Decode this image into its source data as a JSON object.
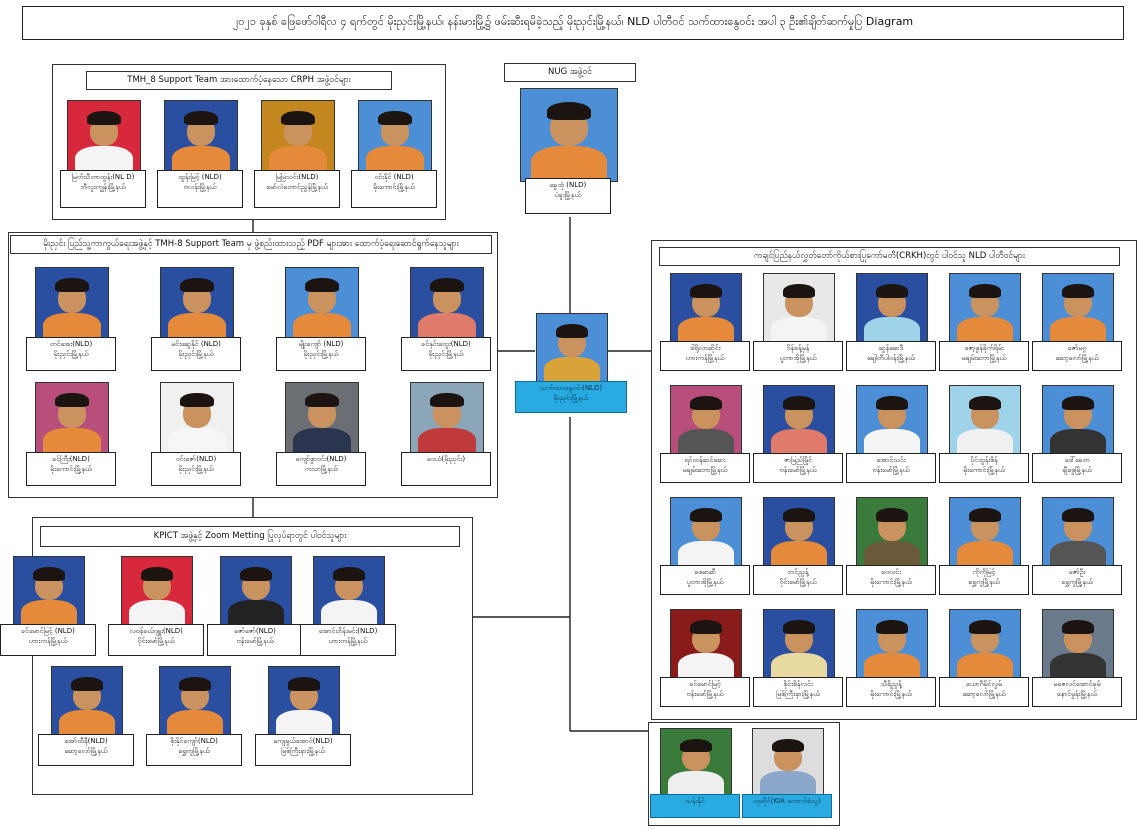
{
  "title": "၂၀၂၁ ခုနှစ် ဖြေဖော်ဝါရီလ ၄ ရက်တွင် မိုးညှင်းမြို့နယ်၊ နန်းမားမြို့၌ ဖမ်းဆီးရမိခဲ့သည့် မိုးညှင်းမြို့နယ်၊ NLD ပါတီဝင် သက်ထားနွေဝင်း အပါ ၃ ဦး၏ချိတ်ဆက်မှုပြ Diagram",
  "groups": {
    "tmh_support": {
      "header": "TMH_8 Support Team အားထောက်ပံ့နေသော CRPH အဖွဲ့ဝင်များ",
      "members": [
        {
          "name": "မြတ်သီတာထွန်း(NL D)",
          "area": "ဘီလူးကျွန်းမြို့နယ်",
          "photo_bg": "#d8283c",
          "outfit": "#f4f4f4"
        },
        {
          "name": "ထွန်းမြင့် (NLD)",
          "area": "ဗလန်းမြို့နယ်",
          "photo_bg": "#2a4fa0",
          "outfit": "#e58a3a"
        },
        {
          "name": "မြမြသင်း(NLD)",
          "area": "မော်လဲတောင်ညွန်မြို့နယ်",
          "photo_bg": "#c4861e",
          "outfit": "#e58a3a"
        },
        {
          "name": "ဝင်းနိုင် (NLD)",
          "area": "မိုးကောင်းမြို့နယ်",
          "photo_bg": "#4d8fd6",
          "outfit": "#e58a3a"
        }
      ]
    },
    "nug": {
      "header": "NUG အဖွဲ့ဝင်",
      "member": {
        "name": "ခွေထုံ (NLD)",
        "area": "ပဲခူးမြို့နယ်",
        "photo_bg": "#4d8fd6",
        "outfit": "#e58a3a"
      }
    },
    "pdf_team": {
      "header": "မိုးညှင်း ပြည်သူ့ကာကွယ်ရေးအဖွဲ့နှင့် TMH-8 Support Team မှ ဖွဲ့စည်းထားသည့် PDF များအား ထောက်ပံ့ရေးဆောင်ရွက်နေသူများ",
      "members": [
        {
          "name": "တင်အေး(NLD)",
          "area": "မိုးညှင်းမြို့နယ်",
          "photo_bg": "#2a4fa0",
          "outfit": "#e58a3a"
        },
        {
          "name": "မင်းဆွေနိုင် (NLD)",
          "area": "မိုးညှင်းမြို့နယ်",
          "photo_bg": "#2a4fa0",
          "outfit": "#e58a3a"
        },
        {
          "name": "မျိုးကျော် (NLD)",
          "area": "မိုးညှင်းမြို့နယ်",
          "photo_bg": "#4d8fd6",
          "outfit": "#e58a3a"
        },
        {
          "name": "ခင်နှင်းထွေး(NLD)",
          "area": "မိုးညှင်းမြို့နယ်",
          "photo_bg": "#2a4fa0",
          "outfit": "#e07a6a"
        },
        {
          "name": "ခင်ကြီး(NLD)",
          "area": "မိုးကောင်းမြို့နယ်",
          "photo_bg": "#b84f7a",
          "outfit": "#e58a3a"
        },
        {
          "name": "ဝင်းဇော်(NLD)",
          "area": "မိုးညှင်းမြို့နယ်",
          "photo_bg": "#f0f0f0",
          "outfit": "#f6f6f6"
        },
        {
          "name": "ကျော်စွာဝင်း(NLD)",
          "area": "ကသာမြို့နယ်",
          "photo_bg": "#6b6f74",
          "outfit": "#2b3550"
        },
        {
          "name": "ဝေယံ(မိုးညှင်း)",
          "area": "",
          "photo_bg": "#8aa6b8",
          "outfit": "#c0393b"
        }
      ]
    },
    "center": {
      "member": {
        "name": "သက်ထားနွေဝင်း(NLD)",
        "area": "မိုးညှင်းမြို့နယ်",
        "photo_bg": "#4d8fd6",
        "outfit": "#d9a33a"
      }
    },
    "crkh": {
      "header": "ကချင်ပြည်နယ်လွှတ်တော်ကိုယ်စားပြုကော်မတီ(CRKH)တွင် ပါဝင်သူ NLD ပါတီဝင်များ",
      "members": [
        {
          "name": "ဒါရိုလာဆိုင်း",
          "area": "ဟားကန်မြို့နယ်",
          "photo_bg": "#2a4fa0",
          "outfit": "#e58a3a"
        },
        {
          "name": "ဝိန်ခန့်မှန်",
          "area": "ပူတာအိုမြို့နယ်",
          "photo_bg": "#e8e8e8",
          "outfit": "#f4f4f4"
        },
        {
          "name": "ဆွန်ဆေဒီ",
          "area": "ချေါတီပါဝန်းမြို့နယ်",
          "photo_bg": "#2a4fa0",
          "outfit": "#9fd3ea"
        },
        {
          "name": "ဇော့ဖွန်ခိုက်ရိမ်း",
          "area": "မချမ်းဘောမြို့နယ်",
          "photo_bg": "#4d8fd6",
          "outfit": "#e58a3a"
        },
        {
          "name": "ဇော်မဂ္ဂ",
          "area": "ဆော့လော်မြို့နယ်",
          "photo_bg": "#4d8fd6",
          "outfit": "#e58a3a"
        },
        {
          "name": "ရင်ထန်ဆင်ဆေး",
          "area": "မချမ်းဘောမြို့နယ်",
          "photo_bg": "#b84f7a",
          "outfit": "#555"
        },
        {
          "name": "ဇာမြည်မြိုင်",
          "area": "ဗန်းမော်မြို့နယ်",
          "photo_bg": "#2a4fa0",
          "outfit": "#e07a6a"
        },
        {
          "name": "အောင်သင်း",
          "area": "ဗန်းမော်မြို့နယ်",
          "photo_bg": "#4d8fd6",
          "outfit": "#f4f4f4"
        },
        {
          "name": "ပိုင်ထွန်းစိန်",
          "area": "မိုးကောင်းမြို့နယ်",
          "photo_bg": "#9fd3ea",
          "outfit": "#f0f0f0"
        },
        {
          "name": "ဒေါ်ခေတ",
          "area": "ချီဖွေမြို့နယ်",
          "photo_bg": "#4d8fd6",
          "outfit": "#333"
        },
        {
          "name": "ဖေမာဆီ",
          "area": "ပူတာအိုမြို့နယ်",
          "photo_bg": "#4d8fd6",
          "outfit": "#f4f4f4"
        },
        {
          "name": "ဘင်ညွန့်",
          "area": "ဝိုင်းမော်မြို့နယ်",
          "photo_bg": "#2a4fa0",
          "outfit": "#e58a3a"
        },
        {
          "name": "ဝေလင်း",
          "area": "မိုးကောင်းမြို့နယ်",
          "photo_bg": "#3a7a3a",
          "outfit": "#6b5a3a"
        },
        {
          "name": "ကိုကိုမြင့်",
          "area": "ရွှေကူမြို့နယ်",
          "photo_bg": "#4d8fd6",
          "outfit": "#e58a3a"
        },
        {
          "name": "ဇော်ဦး",
          "area": "ရွှေကူမြို့နယ်",
          "photo_bg": "#4d8fd6",
          "outfit": "#555"
        },
        {
          "name": "ခင်မောင်မြင့်",
          "area": "ဗန်းမော်မြို့နယ်",
          "photo_bg": "#8a1b1b",
          "outfit": "#f4f4f4"
        },
        {
          "name": "စိုင်းစိန်လင်း",
          "area": "မြစ်ကြီးနားမြို့နယ်",
          "photo_bg": "#2a4fa0",
          "outfit": "#e8d9a0"
        },
        {
          "name": "သီရိညွန့်",
          "area": "မိုးကောင်းမြို့နယ်",
          "photo_bg": "#4d8fd6",
          "outfit": "#e58a3a"
        },
        {
          "name": "ယောဂီမိုင်လွမ်",
          "area": "ဆော့လော်မြို့နယ်",
          "photo_bg": "#4d8fd6",
          "outfit": "#e58a3a"
        },
        {
          "name": "မဇေလင်အောင်ခုမ်",
          "area": "နောင်မွန်းမြို့နယ်",
          "photo_bg": "#6a7a8a",
          "outfit": "#333"
        }
      ]
    },
    "kpict": {
      "header": "KPICT အဖွဲ့နှင့် Zoom Metting ပြုလုပ်ရာတွင် ပါဝင်သူများ",
      "members": [
        {
          "name": "လဗန်ခယ်ဂျူး(NLD)",
          "area": "ဝိုင်းမော်မြို့နယ်",
          "photo_bg": "#d8283c",
          "outfit": "#f4f4f4"
        },
        {
          "name": "ဇော်ဇော်(NLD)",
          "area": "ဗန်းမော်မြို့နယ်",
          "photo_bg": "#2a4fa0",
          "outfit": "#222"
        },
        {
          "name": "အောင်ဟိန်းမင်း(NLD)",
          "area": "ဟားကန်မြို့နယ်",
          "photo_bg": "#2a4fa0",
          "outfit": "#f4f4f4"
        },
        {
          "name": "ခင်မောင်မြင့် (NLD)",
          "area": "ဟားကန်မြို့နယ်",
          "photo_bg": "#2a4fa0",
          "outfit": "#e58a3a"
        },
        {
          "name": "အော်ထီနီ(NLD)",
          "area": "ဆော့လော်မြို့နယ်",
          "photo_bg": "#2a4fa0",
          "outfit": "#e58a3a"
        },
        {
          "name": "စိုးနိုင်ကျော်(NLD)",
          "area": "ရွှေကူမြို့နယ်",
          "photo_bg": "#2a4fa0",
          "outfit": "#e58a3a"
        },
        {
          "name": "ကျေရှယ်အောင်(NLD)",
          "area": "မြစ်ကြီးနားမြို့နယ်",
          "photo_bg": "#2a4fa0",
          "outfit": "#f4f4f4"
        }
      ]
    },
    "arrested": {
      "members": [
        {
          "name": "သန်းနိုင်",
          "area": "",
          "photo_bg": "#3a7a3a",
          "outfit": "#eee"
        },
        {
          "name": "ဟုဆိုင်(KIA ထောက်ခံသူ)",
          "area": "",
          "photo_bg": "#ddd",
          "outfit": "#8aa6c8"
        }
      ]
    }
  }
}
